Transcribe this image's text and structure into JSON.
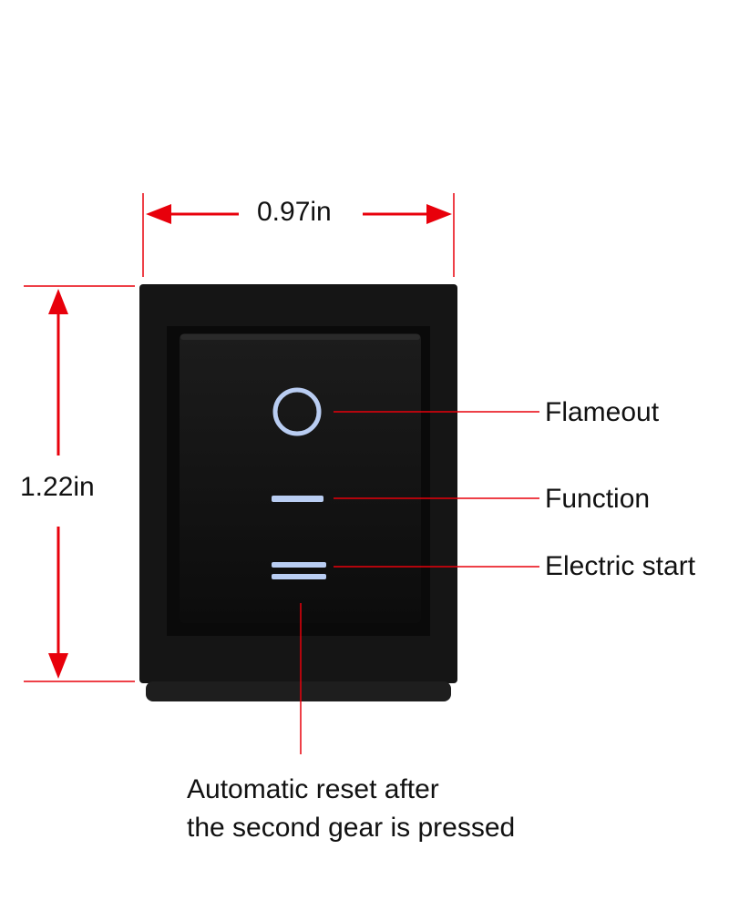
{
  "dimensions": {
    "width": "0.97in",
    "height": "1.22in"
  },
  "positions": {
    "off": "Flameout",
    "on_1": "Function",
    "on_2": "Electric start"
  },
  "note": {
    "line1": "Automatic reset after",
    "line2": "the second gear is pressed"
  },
  "colors": {
    "arrow": "#e8000b",
    "switch_body": "#151515",
    "switch_rocker": "#0f0f0f",
    "symbol": "#b9cdf2",
    "text": "#111111"
  },
  "symbols": [
    "circle-off-symbol",
    "single-bar-symbol",
    "double-bar-symbol"
  ]
}
